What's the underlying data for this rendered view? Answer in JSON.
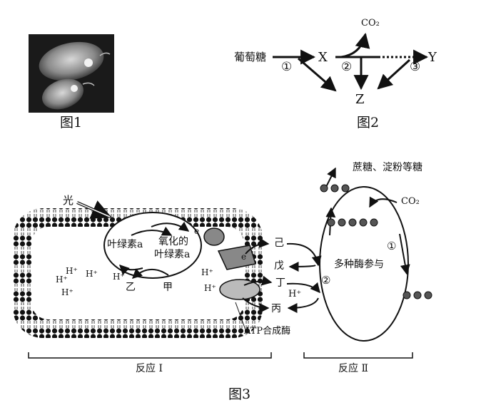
{
  "fig1": {
    "caption": "图1"
  },
  "fig2": {
    "caption": "图2",
    "glucose": "葡萄糖",
    "x": "X",
    "y": "Y",
    "z": "Z",
    "co2": "CO₂",
    "step1": "①",
    "step2": "②",
    "step3": "③"
  },
  "fig3": {
    "caption": "图3",
    "light": "光",
    "chl_a": "叶绿素a",
    "oxidized_chl_line1": "氧化的",
    "oxidized_chl_line2": "叶绿素a",
    "electron": "e",
    "proton": "H⁺",
    "yi": "乙",
    "jia": "甲",
    "ji": "己",
    "wu": "戊",
    "ding": "丁",
    "bing": "丙",
    "atp_synthase": "ATP合成酶",
    "sugars": "蔗糖、淀粉等糖",
    "co2": "CO₂",
    "enzymes": "多种酶参与",
    "step1": "①",
    "step2": "②",
    "reaction1": "反应 Ⅰ",
    "reaction2": "反应 Ⅱ"
  }
}
